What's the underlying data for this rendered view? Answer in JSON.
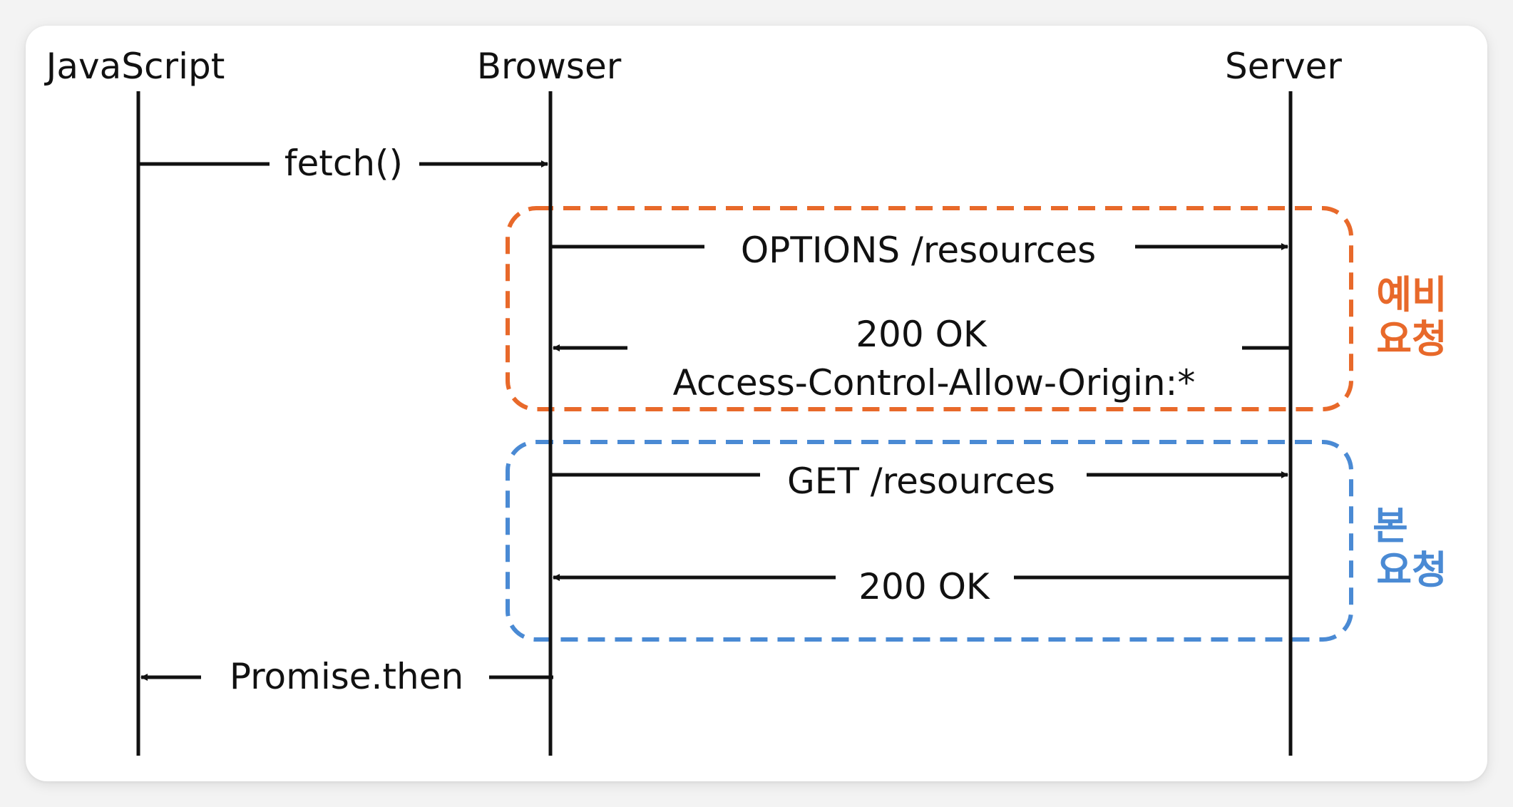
{
  "actors": {
    "javascript": "JavaScript",
    "browser": "Browser",
    "server": "Server"
  },
  "messages": {
    "fetch": "fetch()",
    "options_request": "OPTIONS /resources",
    "options_response_status": "200 OK",
    "options_response_header": "Access-Control-Allow-Origin:*",
    "get_request": "GET /resources",
    "get_response_status": "200 OK",
    "promise_then": "Promise.then"
  },
  "groups": {
    "preflight": {
      "line1": "예비",
      "line2": "요청",
      "color": "#e8692a"
    },
    "main": {
      "line1": "본",
      "line2": "요청",
      "color": "#4a8ad4"
    }
  },
  "colors": {
    "line": "#111111",
    "label_background": "#ffffff"
  }
}
